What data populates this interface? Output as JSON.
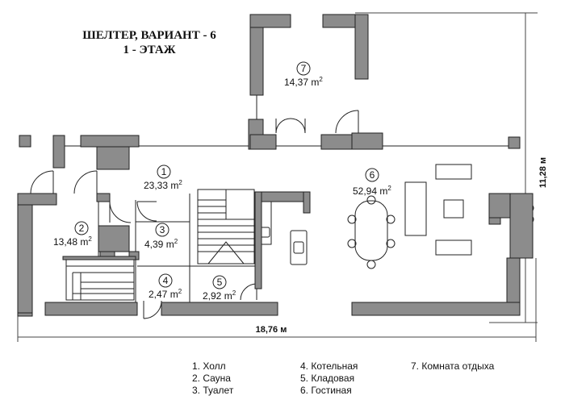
{
  "title": {
    "line1": "ШЕЛТЕР, ВАРИАНТ - 6",
    "line2": "1 - ЭТАЖ"
  },
  "rooms": [
    {
      "number": "1",
      "area": "23,33",
      "unit": "m",
      "sup": "2"
    },
    {
      "number": "2",
      "area": "13,48",
      "unit": "m",
      "sup": "2"
    },
    {
      "number": "3",
      "area": "4,39",
      "unit": "m",
      "sup": "2"
    },
    {
      "number": "4",
      "area": "2,47",
      "unit": "m",
      "sup": "2"
    },
    {
      "number": "5",
      "area": "2,92",
      "unit": "m",
      "sup": "2"
    },
    {
      "number": "6",
      "area": "52,94",
      "unit": "m",
      "sup": "2"
    },
    {
      "number": "7",
      "area": "14,37",
      "unit": "m",
      "sup": "2"
    }
  ],
  "dimensions": {
    "width": "18,76 м",
    "height": "11,28 м"
  },
  "legend": [
    "1. Холл",
    "2. Сауна",
    "3. Туалет",
    "4. Котельная",
    "5. Кладовая",
    "6. Гостиная",
    "7. Комната отдыха"
  ],
  "colors": {
    "wall": "#8c8c8c",
    "line": "#222222"
  }
}
